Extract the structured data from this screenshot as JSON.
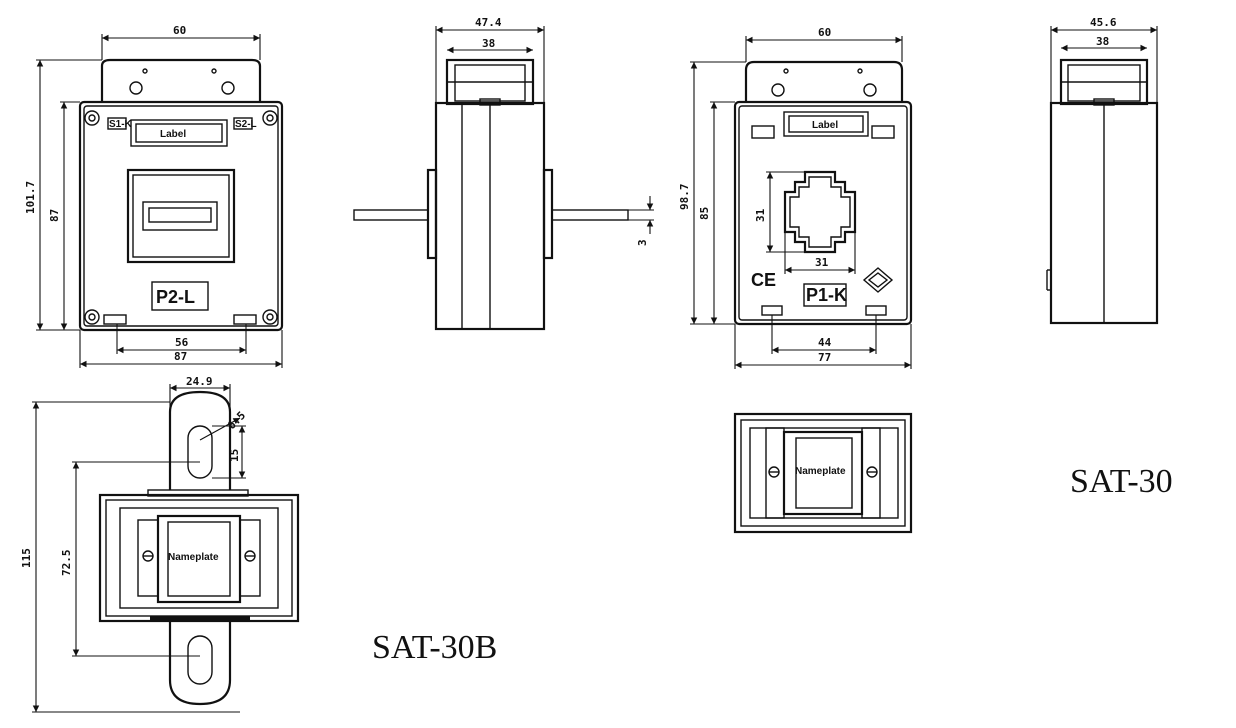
{
  "models": {
    "sat30": "SAT-30",
    "sat30b": "SAT-30B"
  },
  "labels": {
    "label_window": "Label",
    "nameplate": "Nameplate",
    "p2_terminal": "P2-L",
    "p1_terminal": "P1-K",
    "ce_mark": "CE",
    "s1_terminal": "S1-K",
    "s2_terminal": "S2-L"
  },
  "dimensions": {
    "front_width_top": "60",
    "front_overall_height": "101.7",
    "front_body_height": "87",
    "front_hole_spacing": "56",
    "front_body_width": "87",
    "side_overall_width": "47.4",
    "side_inner_width": "38",
    "rear_width_top": "60",
    "rear_overall_height": "98.7",
    "rear_body_height": "85",
    "window_height": "31",
    "window_width": "31",
    "bar_thickness": "3",
    "rear_hole_spacing": "44",
    "rear_body_width": "77",
    "side2_overall_width": "45.6",
    "side2_inner_width": "38",
    "bottom_overall_height": "115",
    "bottom_slot_spacing": "72.5",
    "bottom_tab_width": "24.9",
    "bottom_slot_length": "15",
    "bottom_slot_width": "6.5"
  }
}
